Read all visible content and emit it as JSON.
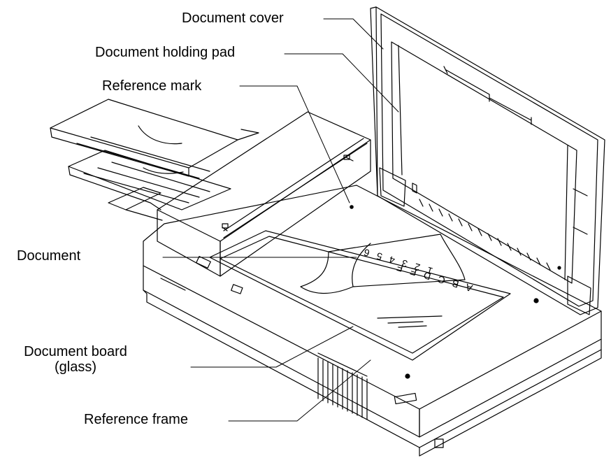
{
  "diagram": {
    "labels": {
      "document_cover": "Document cover",
      "document_holding_pad": "Document holding pad",
      "reference_mark": "Reference mark",
      "document": "Document",
      "document_board_line1": "Document board",
      "document_board_line2": "(glass)",
      "reference_frame": "Reference frame"
    },
    "sheet_numbers": [
      "1",
      "2",
      "3",
      "4",
      "5",
      "6"
    ],
    "sheet_letters": [
      "A",
      "B",
      "C",
      "D",
      "E",
      "F"
    ]
  }
}
